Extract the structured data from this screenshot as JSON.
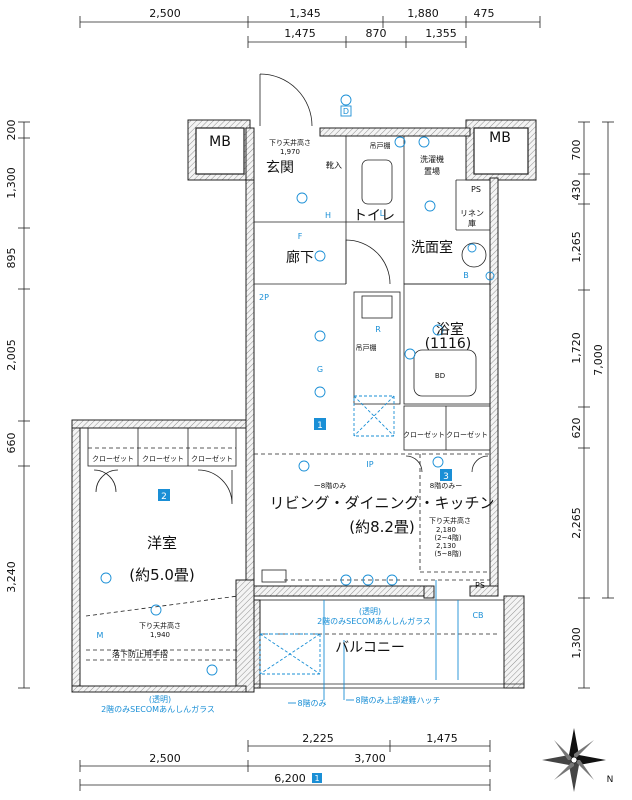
{
  "dims_top_row1": [
    "2,500",
    "1,345",
    "1,880",
    "475"
  ],
  "dims_top_row2": [
    "1,475",
    "870",
    "1,355"
  ],
  "dims_left": [
    "200",
    "1,300",
    "895",
    "2,005",
    "660",
    "3,240"
  ],
  "dims_right": [
    "700",
    "430",
    "1,265",
    "1,720",
    "620",
    "2,265",
    "1,300"
  ],
  "dim_right_total": "7,000",
  "dims_bottom_row1": [
    "2,225",
    "1,475"
  ],
  "dims_bottom_row2": [
    "2,500",
    "3,700"
  ],
  "dim_bottom_total": "6,200",
  "rooms": {
    "mb": "MB",
    "genkan": "玄関",
    "kutsuire": "靴入",
    "toire": "トイレ",
    "senmen": "洗面室",
    "roka": "廊下",
    "yokushitsu": "浴室",
    "yokushitsu_size": "(1116)",
    "ldk": "リビング・ダイニング・キッチン",
    "ldk_size": "(約8.2畳)",
    "yoshitsu": "洋室",
    "yoshitsu_size": "(約5.0畳)",
    "balcony": "バルコニー",
    "ps": "PS",
    "sentakuki": "洗濯機",
    "okiba": "置場",
    "rinen": "リネン",
    "ko": "庫",
    "todana": "吊戸棚",
    "closet": "クローゼット"
  },
  "notes": {
    "ceiling_genkan_label": "下り天井高さ",
    "ceiling_genkan_value": "1,970",
    "ceiling_ldk_label": "下り天井高さ",
    "ceiling_ldk_v1": "2,180",
    "ceiling_ldk_v1_note": "(2~4階)",
    "ceiling_ldk_v2": "2,130",
    "ceiling_ldk_v2_note": "(5~8階)",
    "ceiling_yoshitsu_label": "下り天井高さ",
    "ceiling_yoshitsu_value": "1,940",
    "floor8_only": "8階のみ",
    "floor8_only_dash": "ー8階のみ",
    "floor8_only_right": "8階のみー",
    "rakka": "落下防止用手摺",
    "secom_top_transparent": "(透明)",
    "secom_top": "2階のみSECOMあんしんガラス",
    "secom_left_transparent": "(透明)",
    "secom_left": "2階のみSECOMあんしんガラス",
    "bottom_floor8": "8階のみ",
    "bottom_hatch": "8階のみ上部避難ハッチ"
  },
  "markers": {
    "m1": "1",
    "m2": "2",
    "m3": "3",
    "bd": "BD",
    "g": "G",
    "d": "D",
    "f": "F",
    "h": "H",
    "m": "M",
    "ip": "IP",
    "b": "B",
    "r": "R",
    "pwr": "2P",
    "l": "L",
    "cb": "CB"
  },
  "compass": "N"
}
